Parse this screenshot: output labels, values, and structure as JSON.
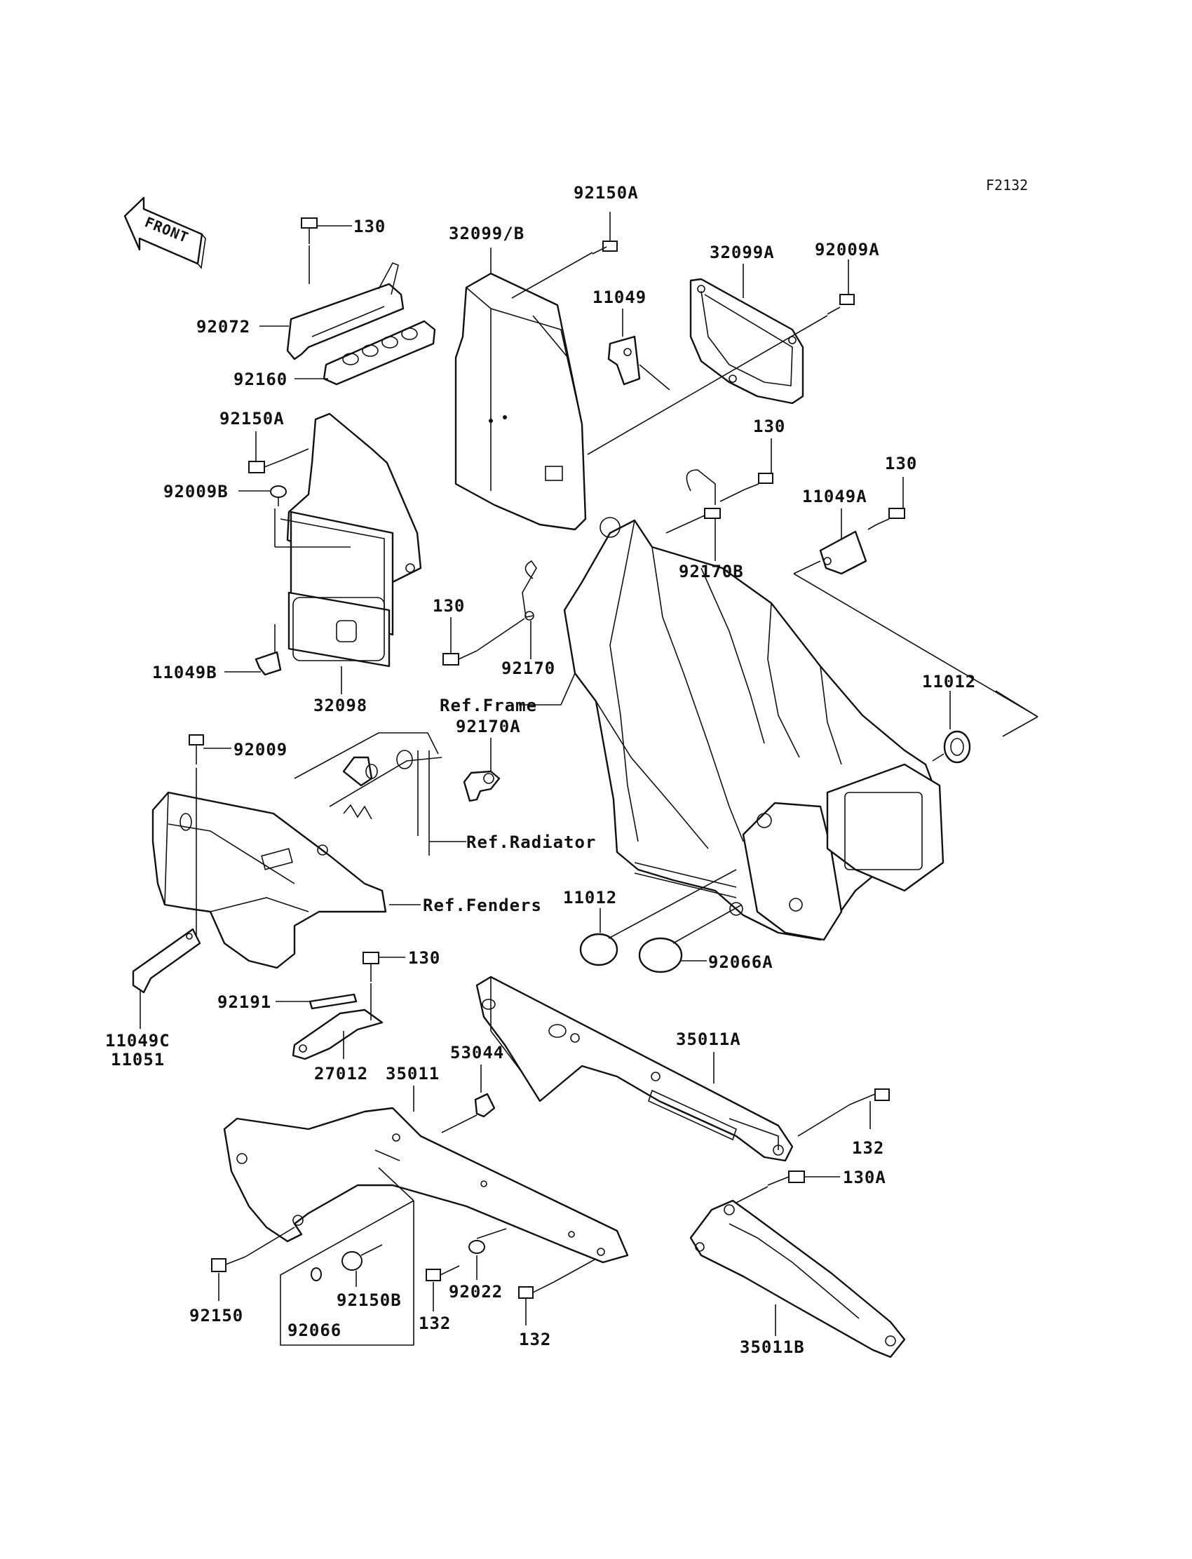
{
  "figure_code": "F2132",
  "front_arrow": "FRONT",
  "labels": {
    "p92150A_top": "92150A",
    "p32099B": "32099/B",
    "p130_a": "130",
    "p32099A": "32099A",
    "p92009A": "92009A",
    "p11049": "11049",
    "p92072": "92072",
    "p92160": "92160",
    "p92150A_mid": "92150A",
    "p92009B": "92009B",
    "p130_b": "130",
    "p130_c": "130",
    "p11049A": "11049A",
    "p92170B": "92170B",
    "p130_d": "130",
    "p92170": "92170",
    "p11049B": "11049B",
    "p32098": "32098",
    "p11012_a": "11012",
    "ref_frame": "Ref.Frame",
    "p92170A": "92170A",
    "p92009": "92009",
    "ref_radiator": "Ref.Radiator",
    "ref_fenders": "Ref.Fenders",
    "p11012_b": "11012",
    "p130_e": "130",
    "p92066A": "92066A",
    "p92191": "92191",
    "p11049C": "11049C",
    "p11051": "11051",
    "p27012": "27012",
    "p35011A": "35011A",
    "p53044": "53044",
    "p35011": "35011",
    "p132_a": "132",
    "p130A": "130A",
    "p92150": "92150",
    "p92150B": "92150B",
    "p92022": "92022",
    "p92066": "92066",
    "p132_b": "132",
    "p132_c": "132",
    "p35011B": "35011B"
  }
}
